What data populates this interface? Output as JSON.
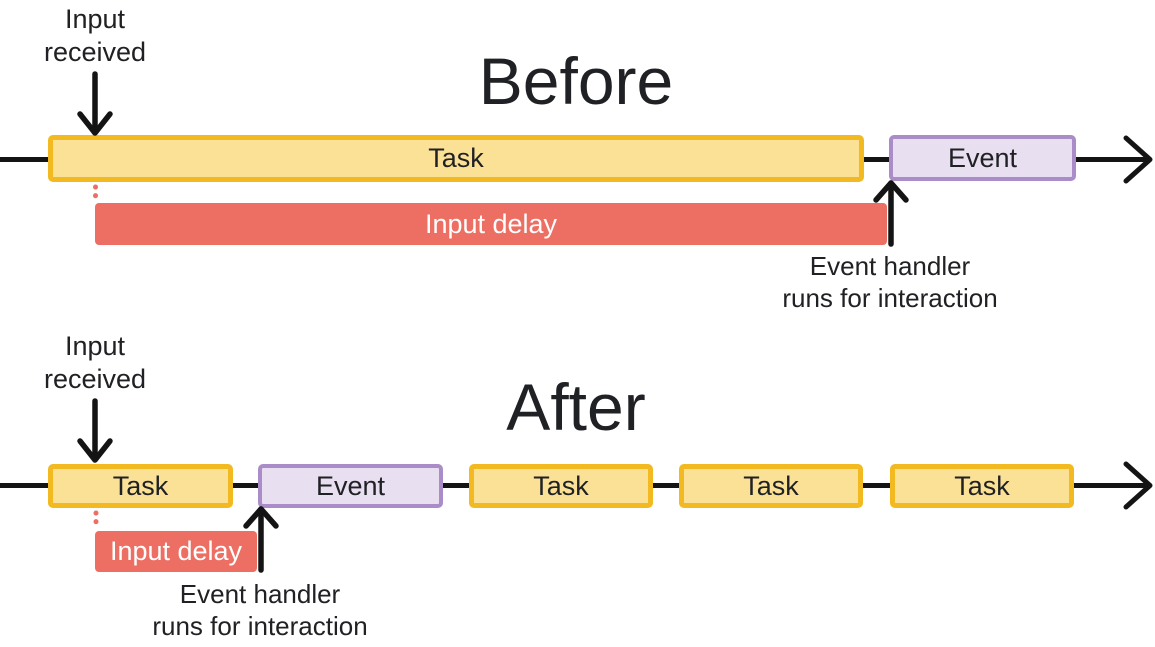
{
  "colors": {
    "background": "#FFFFFF",
    "text": "#202124",
    "arrow": "#141414",
    "task_fill": "#FBE195",
    "task_border": "#F2BA20",
    "event_fill": "#E8DFF0",
    "event_border": "#A98CC8",
    "delay_fill": "#ED6F63",
    "delay_text": "#FFFFFF"
  },
  "before": {
    "title": "Before",
    "input_received": {
      "line1": "Input",
      "line2": "received"
    },
    "task": "Task",
    "event": "Event",
    "input_delay": "Input delay",
    "event_handler": {
      "line1": "Event handler",
      "line2": "runs for interaction"
    }
  },
  "after": {
    "title": "After",
    "input_received": {
      "line1": "Input",
      "line2": "received"
    },
    "tasks": [
      "Task",
      "Task",
      "Task",
      "Task"
    ],
    "event": "Event",
    "input_delay": "Input delay",
    "event_handler": {
      "line1": "Event handler",
      "line2": "runs for interaction"
    }
  }
}
